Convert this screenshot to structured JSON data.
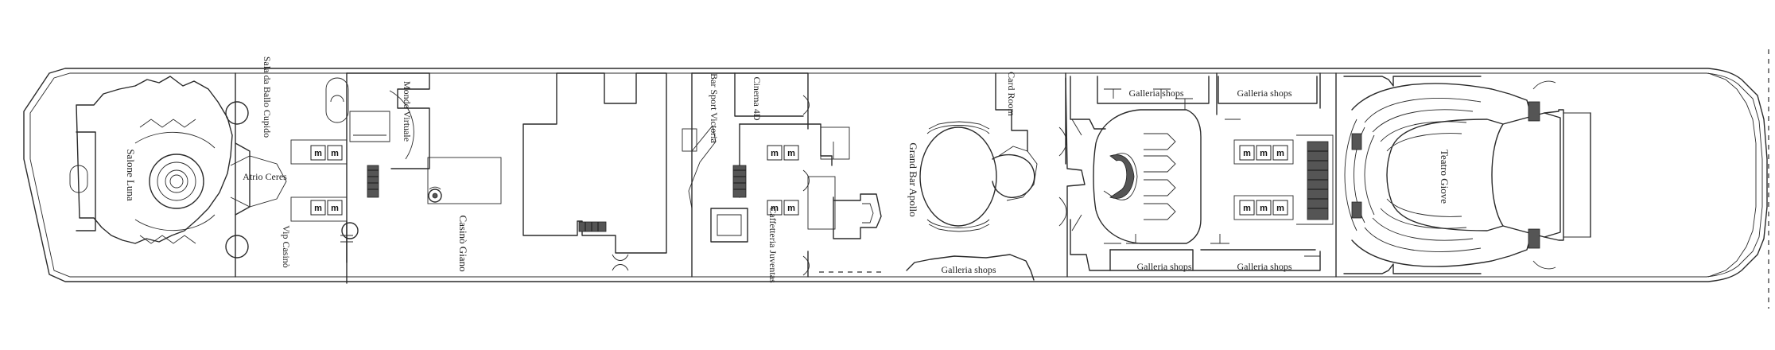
{
  "rooms": {
    "salone_luna": "Salone Luna",
    "sala_da_ballo_cupido": "Sala da Ballo Cupido",
    "atrio_ceres": "Atrio Ceres",
    "vip_casino": "Vip Casinò",
    "mondo_virtuale": "Mondo Virtuale",
    "casino_giano": "Casinò Giano",
    "bar_sport_victoria": "Bar Sport Victoria",
    "cinema_4d": "Cinema 4D",
    "caffetteria_juventas": "Caffetteria Juventas",
    "grand_bar_apollo": "Grand Bar Apollo",
    "card_room": "Card Room",
    "galleria_shops_1": "Galleria shops",
    "galleria_shops_2": "Galleria shops",
    "galleria_shops_3": "Galleria shops",
    "galleria_shops_4": "Galleria shops",
    "galleria_shops_5": "Galleria shops",
    "teatro_giove": "Teatro Giove"
  },
  "elevator_symbol": "m",
  "icons": {
    "elevator": "elevator-icon",
    "stairs": "stairs-icon",
    "door": "door-icon"
  },
  "colors": {
    "line": "#2a2a2a",
    "background": "#ffffff"
  }
}
